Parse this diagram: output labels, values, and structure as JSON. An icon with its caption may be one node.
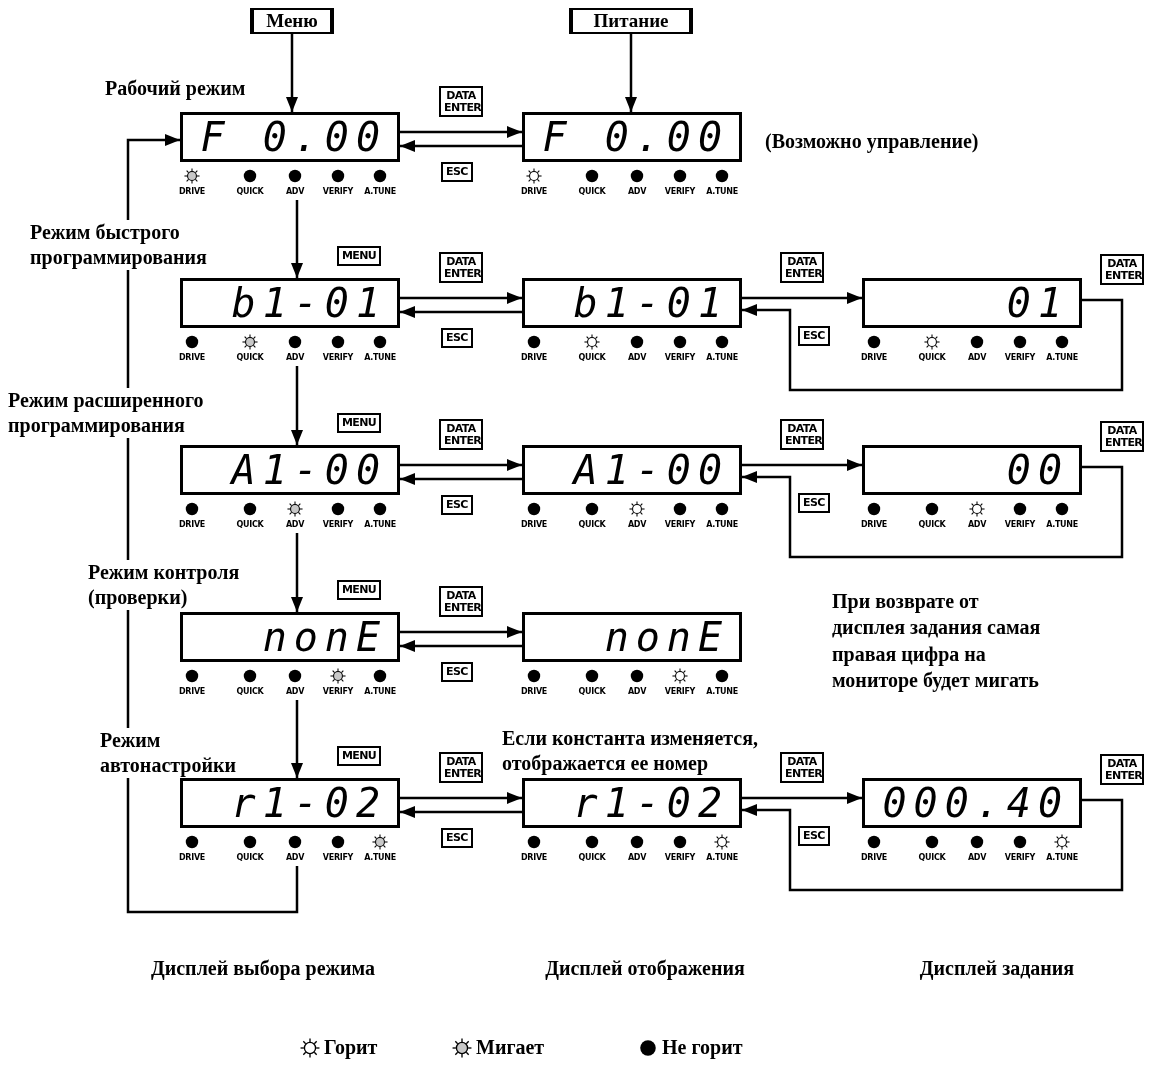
{
  "diagram": {
    "nodes": [
      {
        "text": [
          "Меню"
        ]
      },
      {
        "text": [
          "Питание"
        ]
      },
      {
        "text": [
          "F 0.00"
        ],
        "beside": [
          "Рабочий режим",
          "DRIVE",
          "QUICK",
          "ADV",
          "VERIFY",
          "A.TUNE"
        ]
      },
      {
        "text": [
          "F 0.00"
        ],
        "beside": [
          "DRIVE",
          "QUICK",
          "ADV",
          "VERIFY",
          "A.TUNE"
        ]
      },
      {
        "text": [
          "b1-01"
        ],
        "beside": [
          "Режим быстрого программирования",
          "DRIVE",
          "QUICK",
          "ADV",
          "VERIFY",
          "A.TUNE"
        ]
      },
      {
        "text": [
          "b1-01"
        ],
        "beside": [
          "DRIVE",
          "QUICK",
          "ADV",
          "VERIFY",
          "A.TUNE"
        ]
      },
      {
        "text": [
          "01"
        ],
        "beside": [
          "DRIVE",
          "QUICK",
          "ADV",
          "VERIFY",
          "A.TUNE"
        ]
      },
      {
        "text": [
          "A1-00"
        ],
        "beside": [
          "Режим расширенного программирования",
          "DRIVE",
          "QUICK",
          "ADV",
          "VERIFY",
          "A.TUNE"
        ]
      },
      {
        "text": [
          "A1-00"
        ],
        "beside": [
          "DRIVE",
          "QUICK",
          "ADV",
          "VERIFY",
          "A.TUNE"
        ]
      },
      {
        "text": [
          "00"
        ],
        "beside": [
          "DRIVE",
          "QUICK",
          "ADV",
          "VERIFY",
          "A.TUNE"
        ]
      },
      {
        "text": [
          "nonE"
        ],
        "beside": [
          "Режим контроля (проверки)",
          "DRIVE",
          "QUICK",
          "ADV",
          "VERIFY",
          "A.TUNE"
        ]
      },
      {
        "text": [
          "nonE"
        ],
        "beside": [
          "DRIVE",
          "QUICK",
          "ADV",
          "VERIFY",
          "A.TUNE"
        ]
      },
      {
        "text": [
          "r1-02"
        ],
        "beside": [
          "Режим автонастройки",
          "DRIVE",
          "QUICK",
          "ADV",
          "VERIFY",
          "A.TUNE"
        ]
      },
      {
        "text": [
          "r1-02"
        ],
        "beside": [
          "Если константа изменяется, отображается ее номер",
          "DRIVE",
          "QUICK",
          "ADV",
          "VERIFY",
          "A.TUNE"
        ]
      },
      {
        "text": [
          "000.40"
        ],
        "beside": [
          "DRIVE",
          "QUICK",
          "ADV",
          "VERIFY",
          "A.TUNE"
        ]
      }
    ],
    "edges": [
      {
        "from": 0,
        "to": 2,
        "arrow": "to"
      },
      {
        "from": 1,
        "to": 3,
        "arrow": "to"
      },
      {
        "from": 2,
        "to": 3,
        "arrow": "to",
        "label": "DATA ENTER"
      },
      {
        "from": 3,
        "to": 2,
        "arrow": "to",
        "label": "ESC"
      },
      {
        "from": 2,
        "to": 4,
        "arrow": "to",
        "label": "MENU"
      },
      {
        "from": 4,
        "to": 5,
        "arrow": "to",
        "label": "DATA ENTER"
      },
      {
        "from": 5,
        "to": 4,
        "arrow": "to",
        "label": "ESC"
      },
      {
        "from": 5,
        "to": 6,
        "arrow": "to",
        "label": "DATA ENTER"
      },
      {
        "from": 6,
        "to": 5,
        "arrow": "to",
        "label": "ESC"
      },
      {
        "from": 4,
        "to": 7,
        "arrow": "to",
        "label": "MENU"
      },
      {
        "from": 7,
        "to": 8,
        "arrow": "to",
        "label": "DATA ENTER"
      },
      {
        "from": 8,
        "to": 7,
        "arrow": "to",
        "label": "ESC"
      },
      {
        "from": 8,
        "to": 9,
        "arrow": "to",
        "label": "DATA ENTER"
      },
      {
        "from": 9,
        "to": 8,
        "arrow": "to",
        "label": "ESC"
      },
      {
        "from": 7,
        "to": 10,
        "arrow": "to",
        "label": "MENU"
      },
      {
        "from": 10,
        "to": 11,
        "arrow": "to",
        "label": "DATA ENTER"
      },
      {
        "from": 11,
        "to": 10,
        "arrow": "to",
        "label": "ESC"
      },
      {
        "from": 10,
        "to": 12,
        "arrow": "to",
        "label": "MENU"
      },
      {
        "from": 12,
        "to": 13,
        "arrow": "to",
        "label": "DATA ENTER"
      },
      {
        "from": 13,
        "to": 12,
        "arrow": "to",
        "label": "ESC"
      },
      {
        "from": 13,
        "to": 14,
        "arrow": "to",
        "label": "DATA ENTER"
      },
      {
        "from": 14,
        "to": 13,
        "arrow": "to",
        "label": "ESC"
      },
      {
        "from": 12,
        "to": 2,
        "arrow": "to"
      }
    ],
    "labels": [
      "(Возможно управление)",
      "DATA ENTER",
      "DATA ENTER",
      "При возврате от дисплея задания самая правая цифра на мониторе будет мигать",
      "DATA ENTER",
      "Дисплей выбора режима",
      "Дисплей отображения",
      "Дисплей задания"
    ],
    "legend": [
      {
        "text": "Горит"
      },
      {
        "text": "Мигает"
      },
      {
        "text": "Не горит"
      }
    ]
  }
}
